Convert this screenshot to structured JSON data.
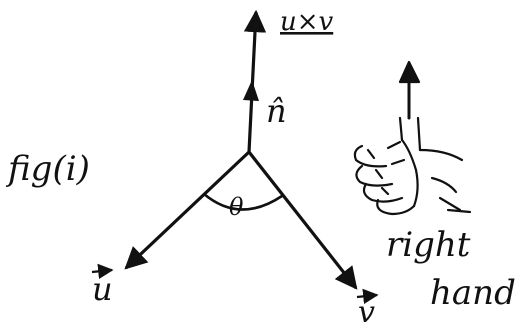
{
  "figure": {
    "caption": "fig(i)",
    "cross_label": "u×v",
    "unit_normal_label": "n̂",
    "vector_u_label": "u",
    "vector_v_label": "v",
    "angle_label": "θ",
    "hand_label_line1": "right",
    "hand_label_line2": "hand",
    "hand_icon": "thumbs-up-right-hand-icon"
  }
}
